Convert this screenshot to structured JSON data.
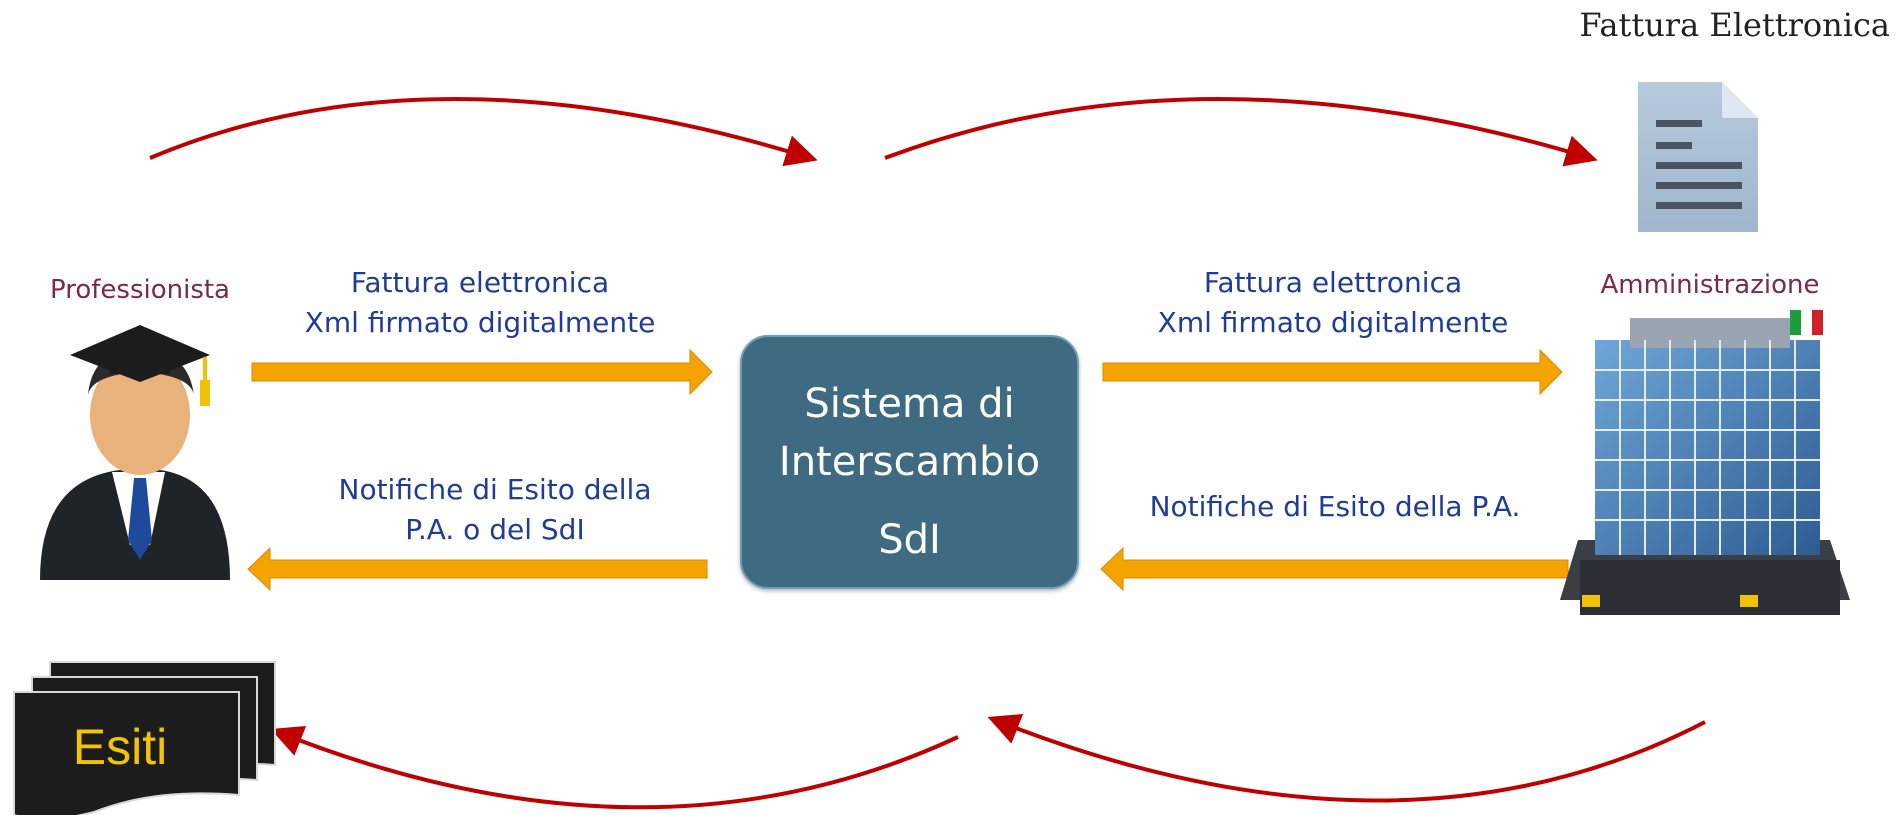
{
  "header": {
    "title": "Fattura Elettronica"
  },
  "actors": {
    "left": {
      "label": "Professionista",
      "icon": "graduate-person-icon"
    },
    "right": {
      "label": "Amministrazione",
      "icon": "office-building-icon"
    }
  },
  "center": {
    "title": "Sistema di\nInterscambio",
    "subtitle": "SdI"
  },
  "flows": {
    "left_to_center": "Fattura elettronica\nXml firmato digitalmente",
    "center_to_right": "Fattura elettronica\nXml firmato digitalmente",
    "center_to_left": "Notifiche di Esito della\nP.A. o del SdI",
    "right_to_center": "Notifiche di Esito della P.A."
  },
  "outcomes": {
    "label": "Esiti"
  },
  "colors": {
    "arrow": "#f5a300",
    "curve": "#c00000",
    "box": "#3f6b82",
    "esiti_text": "#f2c500"
  }
}
